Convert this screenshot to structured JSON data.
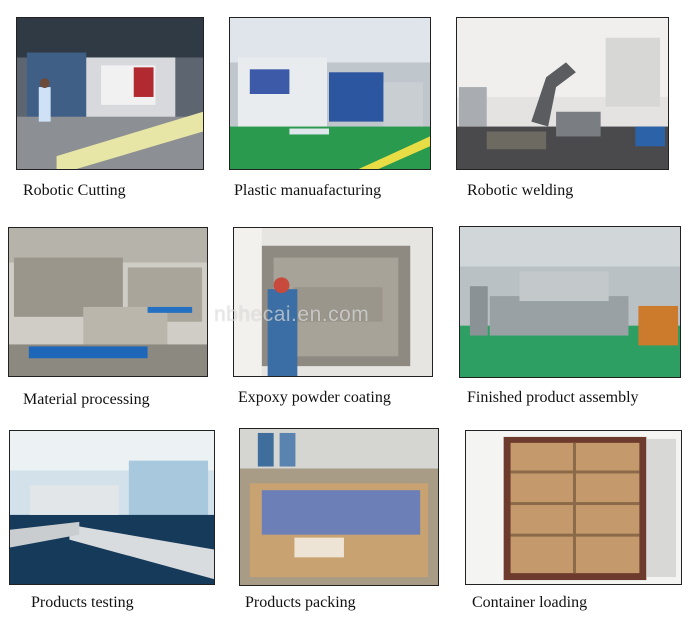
{
  "watermark": "nbhecai.en.com",
  "steps": [
    {
      "caption": "Robotic Cutting",
      "icon": "robotic-cutting-photo"
    },
    {
      "caption": "Plastic manuafacturing",
      "icon": "plastic-manufacturing-photo"
    },
    {
      "caption": "Robotic welding",
      "icon": "robotic-welding-photo"
    },
    {
      "caption": "Material processing",
      "icon": "material-processing-photo"
    },
    {
      "caption": "Expoxy powder coating",
      "icon": "powder-coating-photo"
    },
    {
      "caption": "Finished product assembly",
      "icon": "product-assembly-photo"
    },
    {
      "caption": "Products testing",
      "icon": "products-testing-photo"
    },
    {
      "caption": "Products packing",
      "icon": "products-packing-photo"
    },
    {
      "caption": "Container loading",
      "icon": "container-loading-photo"
    }
  ]
}
